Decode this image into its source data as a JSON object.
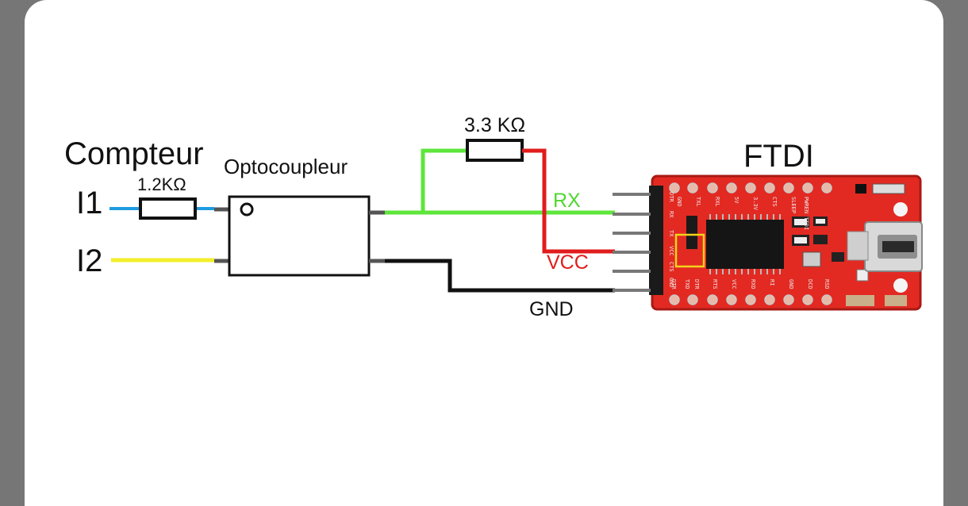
{
  "diagram": {
    "labels": {
      "meter": "Compteur",
      "optocoupler": "Optocoupleur",
      "resistor_in": "1.2KΩ",
      "resistor_pullup": "3.3 KΩ",
      "input_1": "I1",
      "input_2": "I2",
      "ftdi": "FTDI",
      "rx": "RX",
      "vcc": "VCC",
      "gnd": "GND"
    },
    "colors": {
      "background": "#767676",
      "card": "#ffffff",
      "wire_i1": "#1e9be0",
      "wire_i2": "#f2ee2b",
      "wire_rx": "#5ee63b",
      "wire_vcc": "#e11c1c",
      "wire_gnd": "#111111",
      "board": "#e22a22",
      "rx_text": "#4fd92e",
      "vcc_text": "#e11c1c"
    },
    "board_pin_labels": {
      "top_row": [
        "GND",
        "TXL",
        "RXL",
        "5V",
        "3.3V",
        "CTS",
        "SLEEP",
        "PWREN TTDI"
      ],
      "bottom_row": [
        "DTR",
        "TXD",
        "DTR",
        "RTS",
        "VCC",
        "RXD",
        "RI",
        "GND",
        "DCD",
        "RSD"
      ],
      "side_header": [
        "DTR",
        "RX",
        "TX",
        "VCC",
        "CTS",
        "GND"
      ]
    }
  }
}
